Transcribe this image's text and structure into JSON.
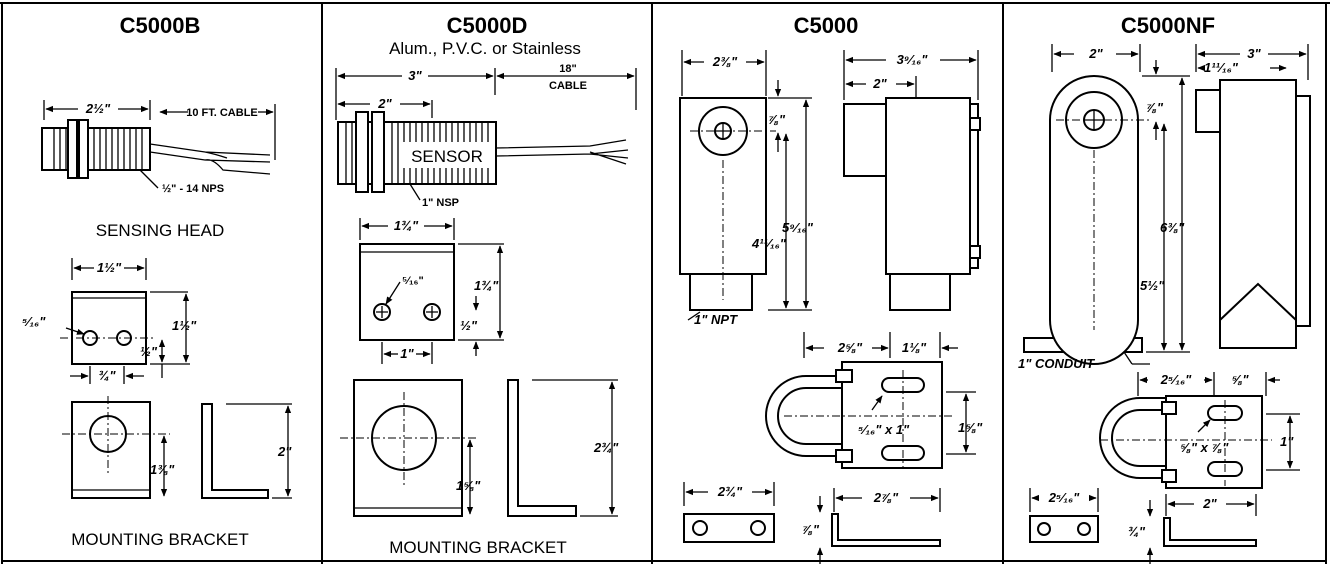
{
  "panels": {
    "c5000b": {
      "title": "C5000B",
      "head_label": "SENSING HEAD",
      "bracket_label": "MOUNTING BRACKET",
      "dims": {
        "length": "2½\"",
        "cable": "10 FT. CABLE",
        "thread": "½\" - 14 NPS",
        "bracket_width": "1½\"",
        "hole": "⁵⁄₁₆\"",
        "hole_spacing": "¾\"",
        "height": "1½\"",
        "hole_offset": "½\"",
        "plate_offset": "1⅜\"",
        "plate_height": "2\""
      }
    },
    "c5000d": {
      "title": "C5000D",
      "subtitle": "Alum., P.V.C. or Stainless",
      "bracket_label": "MOUNTING BRACKET",
      "sensor_text": "SENSOR",
      "dims": {
        "length": "3\"",
        "body": "2\"",
        "cable": "18\"",
        "cable_label": "CABLE",
        "thread": "1\" NSP",
        "bracket_width": "1¾\"",
        "hole": "⁵⁄₁₆\"",
        "height": "1¾\"",
        "hole_offset": "½\"",
        "hole_spacing": "1\"",
        "plate_offset": "1⅝\"",
        "plate_height": "2¾\""
      }
    },
    "c5000": {
      "title": "C5000",
      "dims": {
        "width": "2⅜\"",
        "depth": "3⁹⁄₁₆\"",
        "depth_inner": "2\"",
        "top_offset": "⅞\"",
        "height": "5⁹⁄₁₆\"",
        "lower": "4¹¹⁄₁₆\"",
        "npt": "1\" NPT",
        "clamp_width": "2⅝\"",
        "clamp_right": "1⅛\"",
        "slot": "⁵⁄₁₆\" x 1\"",
        "clamp_height": "1⅝\"",
        "strap_length": "2¾\"",
        "angle_length": "2⅞\"",
        "angle_height": "⅞\""
      }
    },
    "c5000nf": {
      "title": "C5000NF",
      "dims": {
        "width": "2\"",
        "depth": "3\"",
        "depth_inner": "1¹¹⁄₁₆\"",
        "top_offset": "⅞\"",
        "height": "6⅜\"",
        "lower": "5½\"",
        "conduit": "1\" CONDUIT",
        "clamp_width": "2⁵⁄₁₆\"",
        "clamp_right": "⅝\"",
        "slot": "⅝\" x ⅞\"",
        "clamp_height": "1\"",
        "strap_length": "2⁵⁄₁₆\"",
        "angle_length": "2\"",
        "angle_height": "¾\""
      }
    }
  }
}
